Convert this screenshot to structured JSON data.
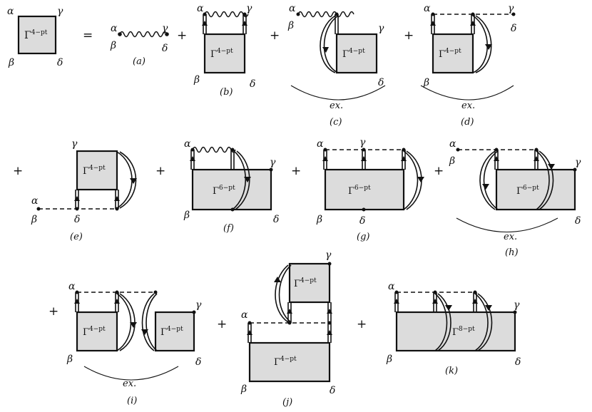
{
  "labels": {
    "alpha": "α",
    "beta": "β",
    "gamma": "γ",
    "delta": "δ",
    "equals": "=",
    "plus": "+",
    "exchange": "ex."
  },
  "vertex_names": {
    "g4": "Γ",
    "g4_sup": "4−pt",
    "g6": "Γ",
    "g6_sup": "6−pt",
    "g8": "Γ",
    "g8_sup": "8−pt"
  },
  "captions": {
    "a": "(a)",
    "b": "(b)",
    "c": "(c)",
    "d": "(d)",
    "e": "(e)",
    "f": "(f)",
    "g": "(g)",
    "h": "(h)",
    "i": "(i)",
    "j": "(j)",
    "k": "(k)"
  },
  "colors": {
    "vertex_fill": "#dcdcdc",
    "line": "#111111"
  }
}
